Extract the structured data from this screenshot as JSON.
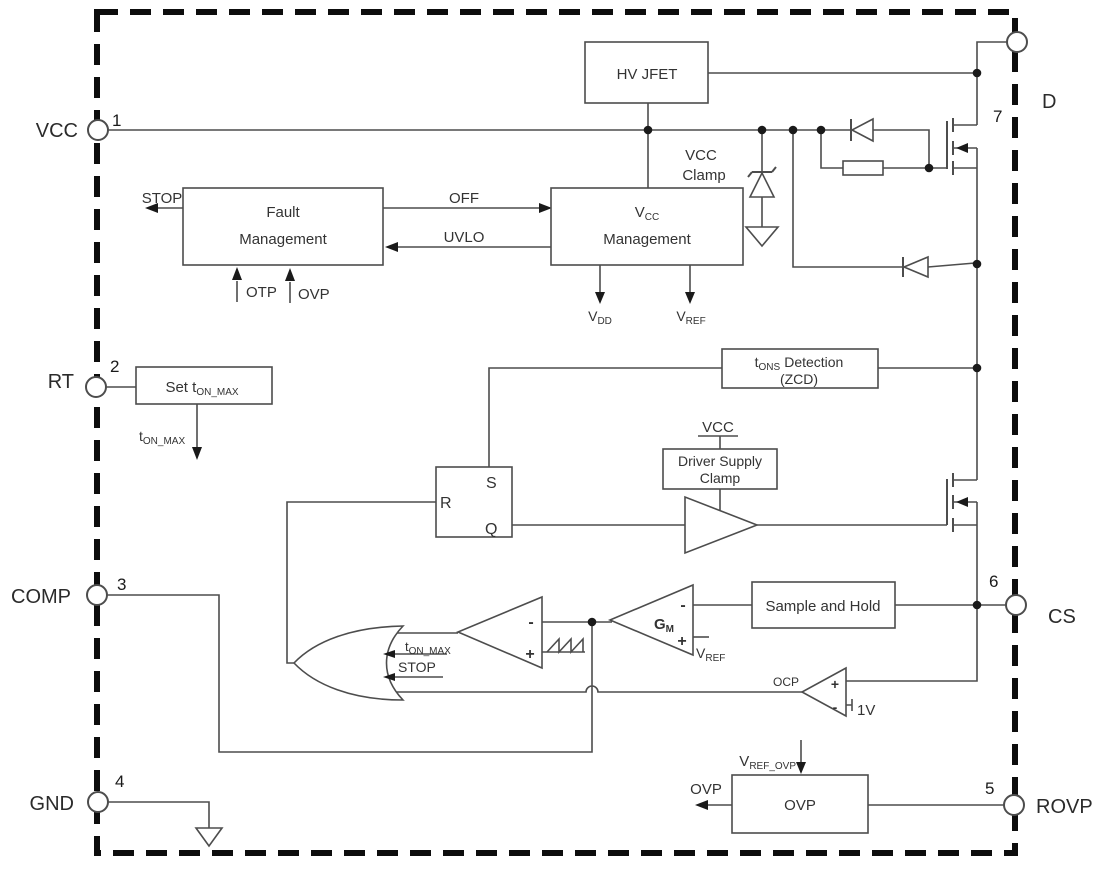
{
  "colors": {
    "wire": "#4d4d4d",
    "text": "#333333",
    "border": "#0d0d0d",
    "background": "#ffffff"
  },
  "pins": {
    "vcc": {
      "label": "VCC",
      "number": "1"
    },
    "rt": {
      "label": "RT",
      "number": "2"
    },
    "comp": {
      "label": "COMP",
      "number": "3"
    },
    "gnd": {
      "label": "GND",
      "number": "4"
    },
    "rovp": {
      "label": "ROVP",
      "number": "5"
    },
    "cs": {
      "label": "CS",
      "number": "6"
    },
    "d": {
      "label": "D",
      "number": "7"
    }
  },
  "blocks": {
    "hv_jfet": {
      "label": "HV JFET"
    },
    "fault_mgmt": {
      "line1": "Fault",
      "line2": "Management"
    },
    "vcc_mgmt": {
      "pre": "V",
      "sub": "CC",
      "line2": "Management"
    },
    "set_ton_max": {
      "pre": "Set t",
      "sub": "ON_MAX"
    },
    "tons_detection": {
      "pre": "t",
      "sub": "ONS",
      "post": "Detection",
      "line2": "(ZCD)"
    },
    "driver_supply_clamp": {
      "line1": "Driver Supply",
      "line2": "Clamp"
    },
    "sample_and_hold": {
      "label": "Sample and Hold"
    },
    "ovp": {
      "label": "OVP"
    },
    "sr_latch": {
      "s": "S",
      "r": "R",
      "q": "Q"
    }
  },
  "signals": {
    "stop": "STOP",
    "off": "OFF",
    "uvlo": "UVLO",
    "otp": "OTP",
    "ovp_fault": "OVP",
    "vdd": {
      "pre": "V",
      "sub": "DD"
    },
    "vref": {
      "pre": "V",
      "sub": "REF"
    },
    "vcc_clamp": {
      "line1": "VCC",
      "line2": "Clamp"
    },
    "ton_max_rt": {
      "pre": "t",
      "sub": "ON_MAX"
    },
    "vcc_rail": "VCC",
    "gm": {
      "pre": "G",
      "sub": "M"
    },
    "vref_gm": {
      "pre": "V",
      "sub": "REF"
    },
    "ton_max_or": {
      "pre": "t",
      "sub": "ON_MAX"
    },
    "stop_or": "STOP",
    "ocp": "OCP",
    "ocp_ref": "1V",
    "vref_ovp": {
      "pre": "V",
      "sub": "REF_OVP"
    },
    "ovp_out": "OVP",
    "plus": "+",
    "minus": "-"
  }
}
